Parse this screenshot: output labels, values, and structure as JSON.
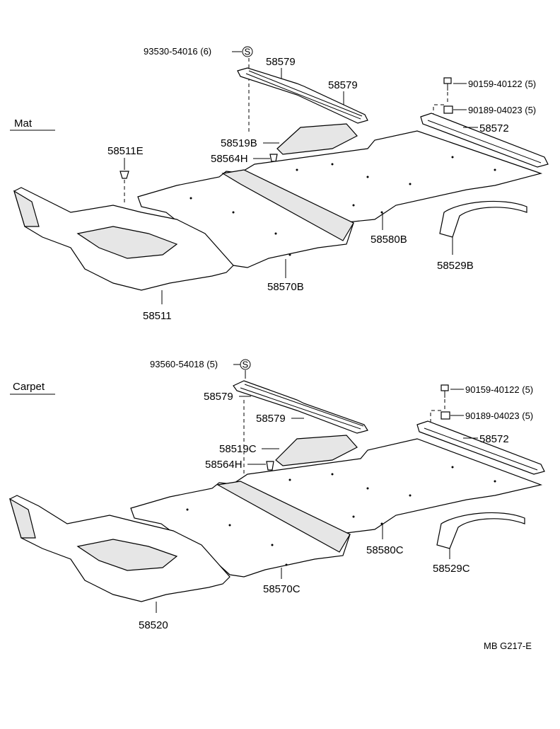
{
  "sections": [
    {
      "title": "Mat",
      "labels": {
        "screw_s": "93530-54016 (6)",
        "s_symbol": "S",
        "rail1": "58579",
        "rail2": "58579",
        "bolt": "90159-40122 (5)",
        "clip": "90189-04023 (5)",
        "sill": "58572",
        "cover": "58519B",
        "plug": "58564H",
        "clip_part": "58511E",
        "rear_floor": "58580B",
        "wheel_house": "58529B",
        "center_floor": "58570B",
        "front_floor": "58511"
      }
    },
    {
      "title": "Carpet",
      "labels": {
        "screw_s": "93560-54018 (5)",
        "s_symbol": "S",
        "rail1": "58579",
        "rail2": "58579",
        "bolt": "90159-40122 (5)",
        "clip": "90189-04023 (5)",
        "sill": "58572",
        "cover": "58519C",
        "plug": "58564H",
        "rear_floor": "58580C",
        "wheel_house": "58529C",
        "center_floor": "58570C",
        "front_floor": "58520"
      }
    }
  ],
  "figure_code": "MB G217-E"
}
